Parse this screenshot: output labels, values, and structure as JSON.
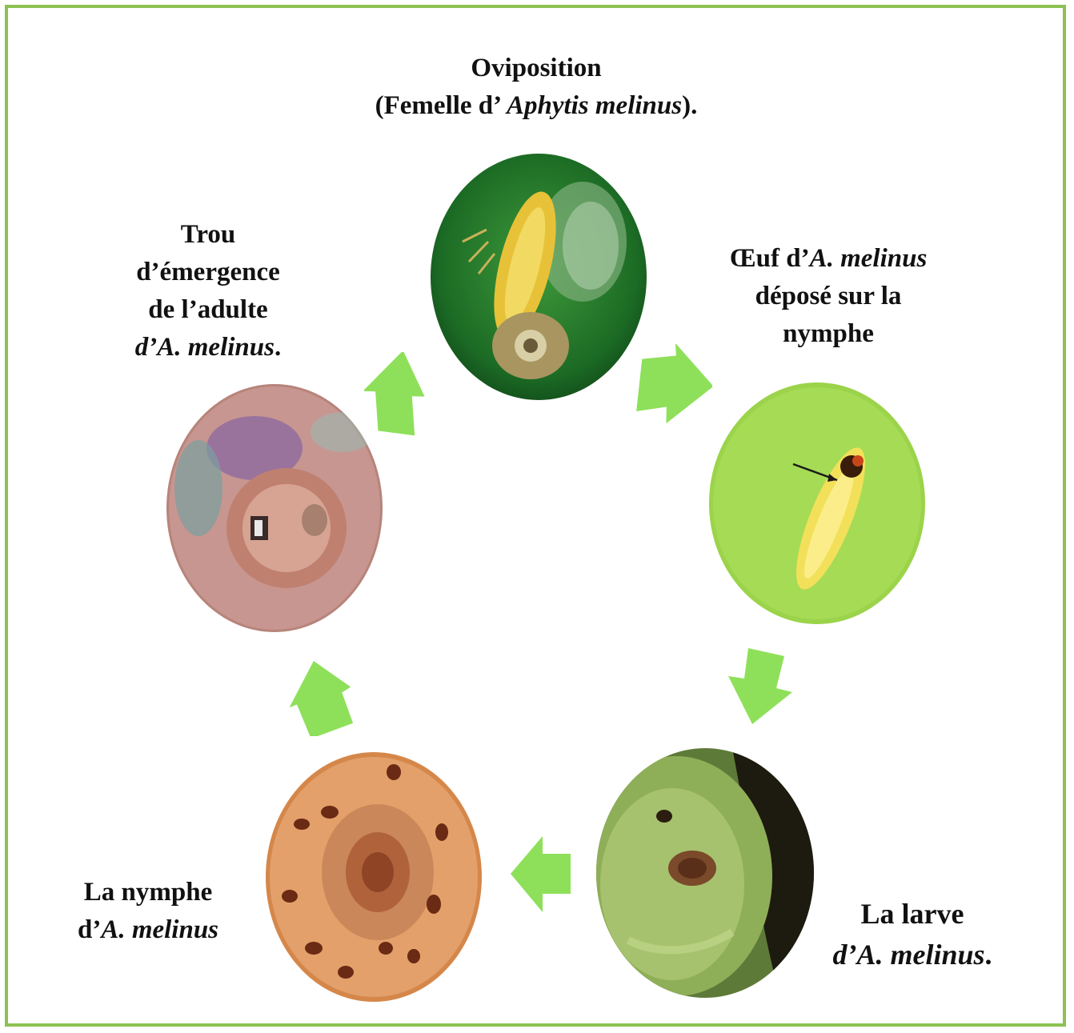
{
  "stages": {
    "oviposition": {
      "line1": "Oviposition",
      "line2_pre": "(Femelle d’ ",
      "line2_italic": "Aphytis melinus",
      "line2_post": ")."
    },
    "oeuf": {
      "line1_pre": "Œuf d’",
      "line1_italic": "A. melinus",
      "line2": "déposé sur la",
      "line3": "nymphe"
    },
    "larve": {
      "line1": "La larve",
      "line2_italic": "d’A. melinus",
      "line2_post": "."
    },
    "nymphe": {
      "line1": "La nymphe",
      "line2_pre": "d’",
      "line2_italic": "A. melinus"
    },
    "trou": {
      "line1": "Trou",
      "line2": "d’émergence",
      "line3": "de l’adulte",
      "line4_italic": "d’A. melinus",
      "line4_post": "."
    }
  },
  "colors": {
    "frame": "#8cc152",
    "arrow": "#8ee05a"
  },
  "icons": [
    "oviposition-photo",
    "egg-photo",
    "larva-photo",
    "pupa-photo",
    "emergence-hole-photo",
    "cycle-arrow-icon"
  ]
}
